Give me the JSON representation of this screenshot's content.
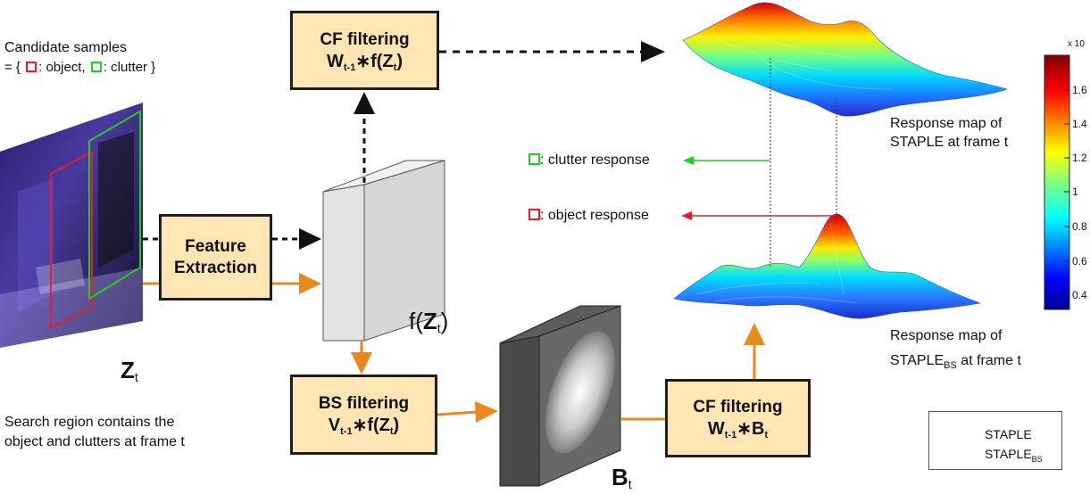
{
  "candidate": {
    "line1": "Candidate samples",
    "line2_prefix": "= {",
    "object_label": ": object,",
    "clutter_label": ": clutter }",
    "object_color": "#e02030",
    "clutter_color": "#22cc22"
  },
  "boxes": {
    "feature_line1": "Feature",
    "feature_line2": "Extraction",
    "cf_top_line1": "CF filtering",
    "cf_top_formula_w": "W",
    "cf_top_formula_sub": "t-1",
    "cf_top_formula_rest": "∗f(Z",
    "cf_top_formula_sub2": "t",
    "cf_top_formula_end": ")",
    "bs_line1": "BS filtering",
    "bs_formula_v": "V",
    "bs_formula_sub": "t-1",
    "bs_formula_rest": "∗f(Z",
    "bs_formula_sub2": "t",
    "bs_formula_end": ")",
    "cf_bot_line1": "CF filtering",
    "cf_bot_formula_w": "W",
    "cf_bot_formula_sub": "t-1",
    "cf_bot_formula_rest": "∗B",
    "cf_bot_formula_sub2": "t"
  },
  "labels": {
    "z_main": "Z",
    "z_sub": "t",
    "fz_main": "f(",
    "fz_z": "Z",
    "fz_sub": "t",
    "fz_end": ")",
    "b_main": "B",
    "b_sub": "t",
    "search_line1": "Search region contains the",
    "search_line2": "object and clutters at frame t",
    "clutter_response": ": clutter response",
    "object_response": ": object response",
    "resp_top_line1": "Response map of",
    "resp_top_line2": "STAPLE at frame t",
    "resp_bot_line1": "Response map of",
    "resp_bot_line2_a": "STAPLE",
    "resp_bot_line2_sub": "BS",
    "resp_bot_line2_b": " at frame t"
  },
  "legend": {
    "staple": "STAPLE",
    "staple_bs_a": "STAPLE",
    "staple_bs_sub": "BS",
    "dashed_color": "#111111",
    "solid_color": "#e8891e"
  },
  "colorbar": {
    "exponent": "x 10",
    "ticks": [
      "1.6",
      "1.4",
      "1.2",
      "1",
      "0.8",
      "0.6",
      "0.4"
    ]
  }
}
